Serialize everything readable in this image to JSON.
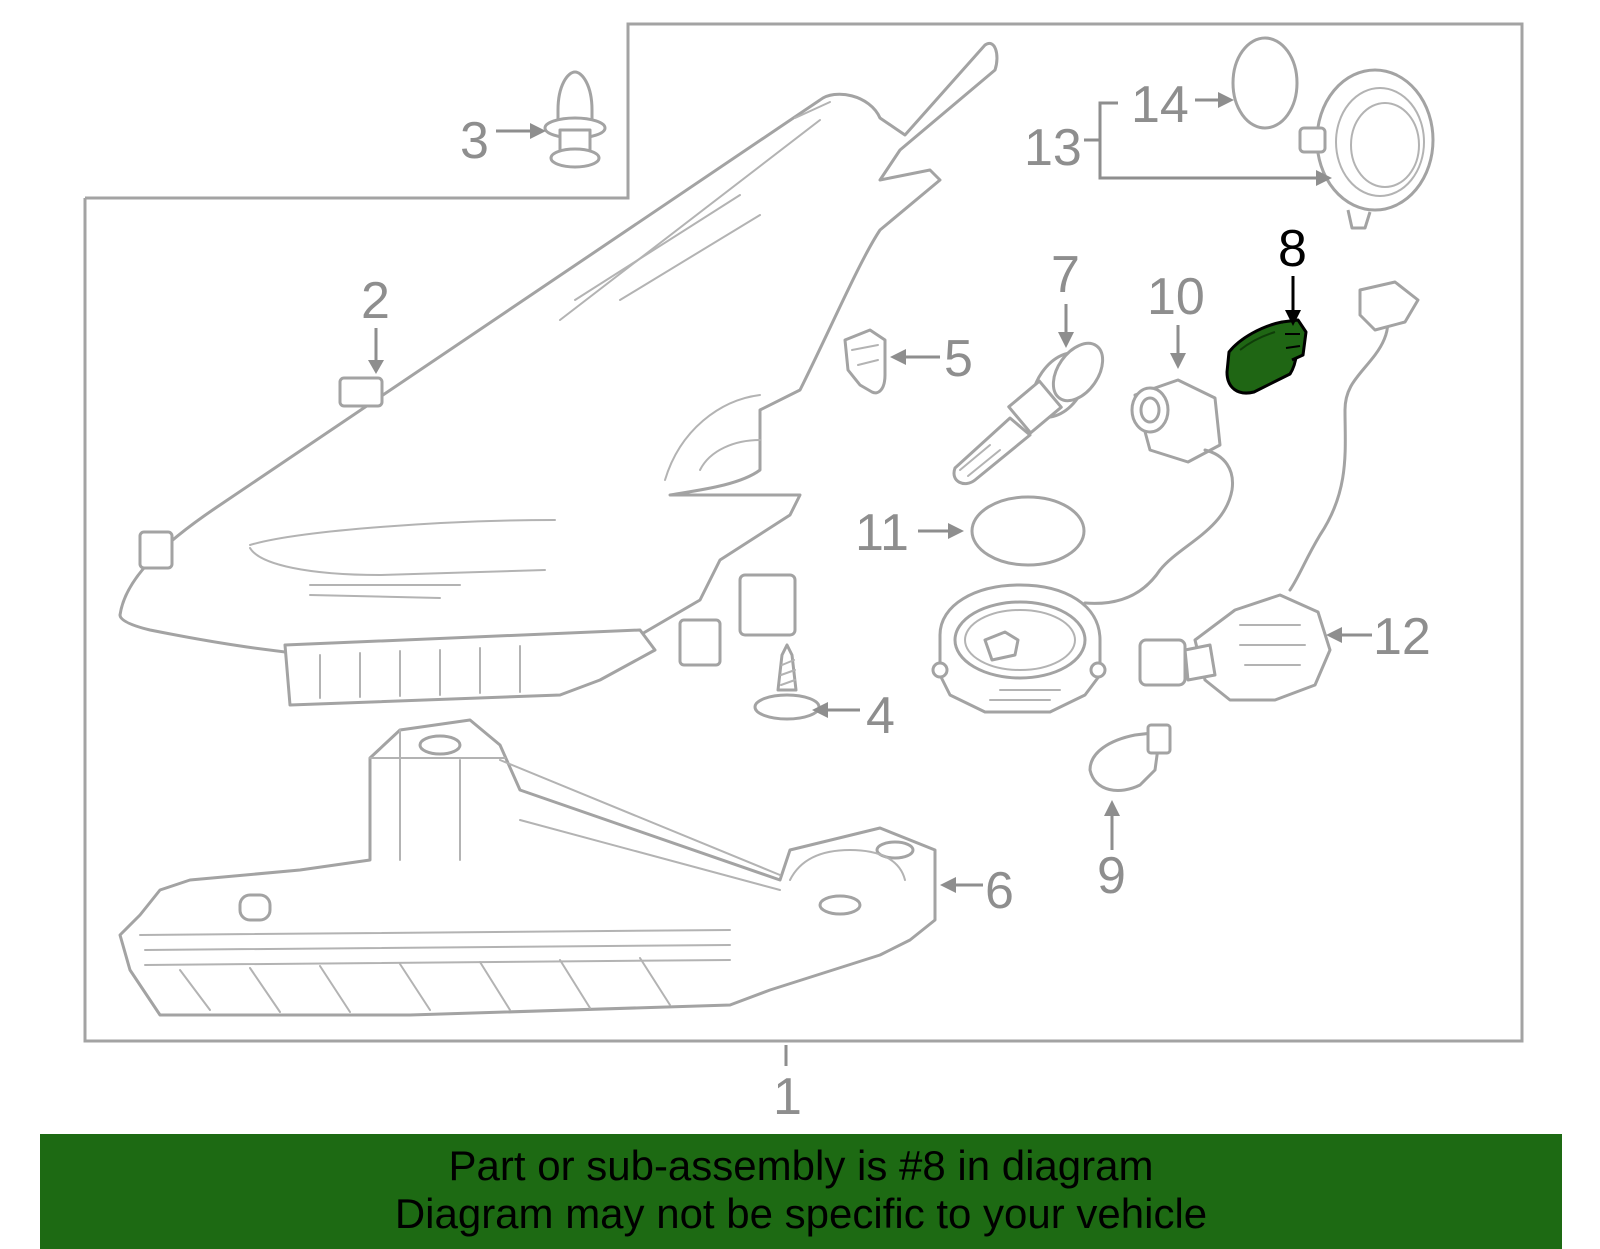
{
  "colors": {
    "banner_bg": "#1d6a13",
    "highlight_part": "#1f6614",
    "line_gray": "#a3a3a3",
    "label_gray": "#8e8e8e",
    "highlight_label": "#000000"
  },
  "callouts": {
    "c1": "1",
    "c2": "2",
    "c3": "3",
    "c4": "4",
    "c5": "5",
    "c6": "6",
    "c7": "7",
    "c8": "8",
    "c9": "9",
    "c10": "10",
    "c11": "11",
    "c12": "12",
    "c13": "13",
    "c14": "14"
  },
  "highlighted_callout": "8",
  "banner": {
    "line1": "Part or sub-assembly is #8 in diagram",
    "line2": "Diagram may not be specific to your vehicle"
  }
}
